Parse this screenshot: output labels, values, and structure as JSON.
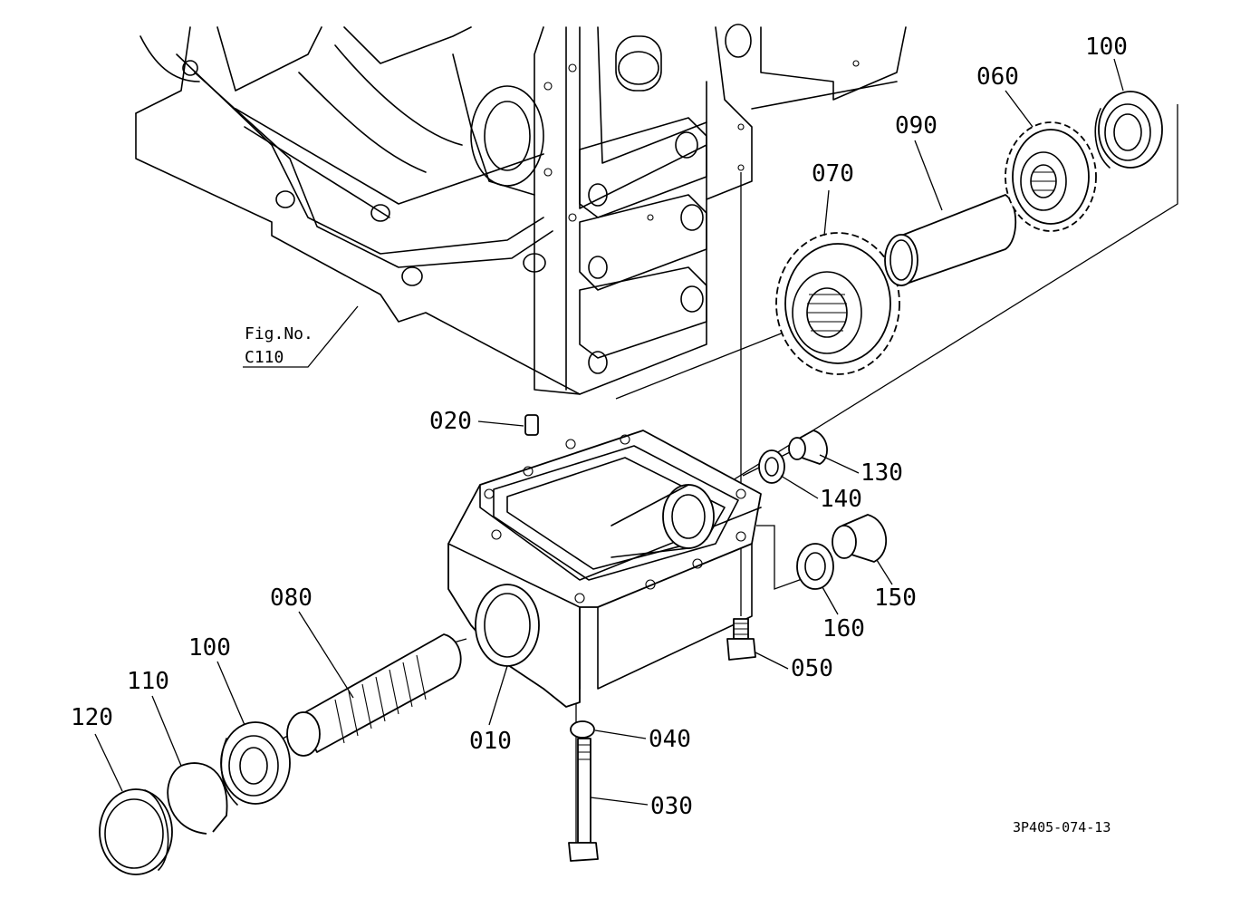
{
  "figure_reference": {
    "line1": "Fig.No.",
    "line2": "C110"
  },
  "drawing_code": "3P405-074-13",
  "part_labels": {
    "p010": "010",
    "p020": "020",
    "p030": "030",
    "p040": "040",
    "p050": "050",
    "p060": "060",
    "p070": "070",
    "p080": "080",
    "p090": "090",
    "p100_top": "100",
    "p100_bottom": "100",
    "p110": "110",
    "p120": "120",
    "p130": "130",
    "p140": "140",
    "p150": "150",
    "p160": "160"
  }
}
